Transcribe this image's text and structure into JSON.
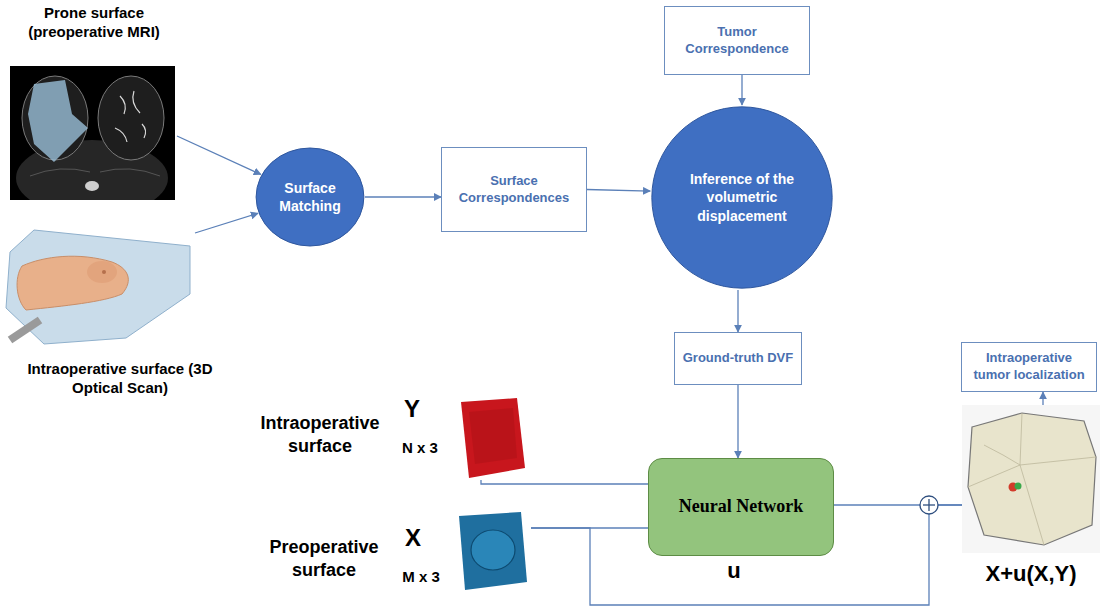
{
  "diagram": {
    "nodes": [
      {
        "text": [
          "Prone surface (preoperative MRI)"
        ]
      },
      {
        "text": [
          "Intraoperative surface (3D Optical Scan)"
        ]
      },
      {
        "text": [
          "Surface Matching"
        ]
      },
      {
        "text": [
          "Surface Correspondences"
        ]
      },
      {
        "text": [
          "Tumor Correspondence"
        ]
      },
      {
        "text": [
          "Inference of the volumetric displacement"
        ]
      },
      {
        "text": [
          "Ground-truth DVF"
        ]
      },
      {
        "text": [
          "Intraoperative tumor localization"
        ]
      },
      {
        "text": [
          "Intraoperative surface",
          "Y",
          "N x 3"
        ]
      },
      {
        "text": [
          "Preoperative surface",
          "X",
          "M x 3"
        ]
      },
      {
        "text": [
          "Neural Network"
        ]
      },
      {
        "text": [
          "X+u(X,Y)"
        ]
      }
    ],
    "edges": [
      {
        "from": 0,
        "to": 2,
        "arrow": "to"
      },
      {
        "from": 1,
        "to": 2,
        "arrow": "to"
      },
      {
        "from": 2,
        "to": 3,
        "arrow": "to"
      },
      {
        "from": 3,
        "to": 5,
        "arrow": "to"
      },
      {
        "from": 4,
        "to": 5,
        "arrow": "to"
      },
      {
        "from": 5,
        "to": 6,
        "arrow": "to"
      },
      {
        "from": 6,
        "to": 10,
        "arrow": "to"
      },
      {
        "from": 8,
        "to": 10,
        "arrow": "none"
      },
      {
        "from": 9,
        "to": 10,
        "arrow": "none"
      },
      {
        "from": 9,
        "to": 11,
        "arrow": "none"
      },
      {
        "from": 10,
        "to": 11,
        "arrow": "none"
      },
      {
        "from": 11,
        "to": 7,
        "arrow": "to"
      }
    ],
    "labels": [
      "u"
    ]
  }
}
